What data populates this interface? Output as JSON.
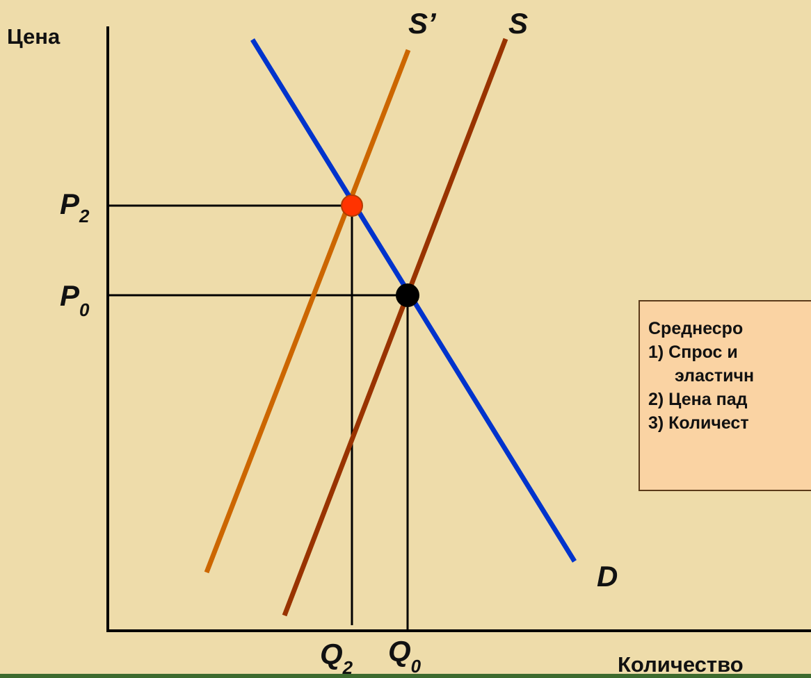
{
  "axes": {
    "y_label": "Цена",
    "x_label": "Количество"
  },
  "curves": {
    "supply": {
      "label": "S",
      "color": "#993300"
    },
    "supply_shifted": {
      "label": "S’",
      "color": "#cc6600"
    },
    "demand": {
      "label": "D",
      "color": "#0033cc"
    }
  },
  "levels": {
    "p2": {
      "letter": "P",
      "sub": "2"
    },
    "p0": {
      "letter": "P",
      "sub": "0"
    },
    "q2": {
      "letter": "Q",
      "sub": "2"
    },
    "q0": {
      "letter": "Q",
      "sub": "0"
    }
  },
  "equilibria": {
    "new_point_color": "#ff3300",
    "old_point_color": "#000000"
  },
  "notes": {
    "title": "Среднесро",
    "line1": "1) Спрос и",
    "line1b": "эластичн",
    "line2": "2) Цена пад",
    "line3": "3) Количест"
  },
  "colors": {
    "background": "#eedcaa",
    "bottom_bar": "#3d6b2e",
    "notes_box": "#fad3a3"
  }
}
